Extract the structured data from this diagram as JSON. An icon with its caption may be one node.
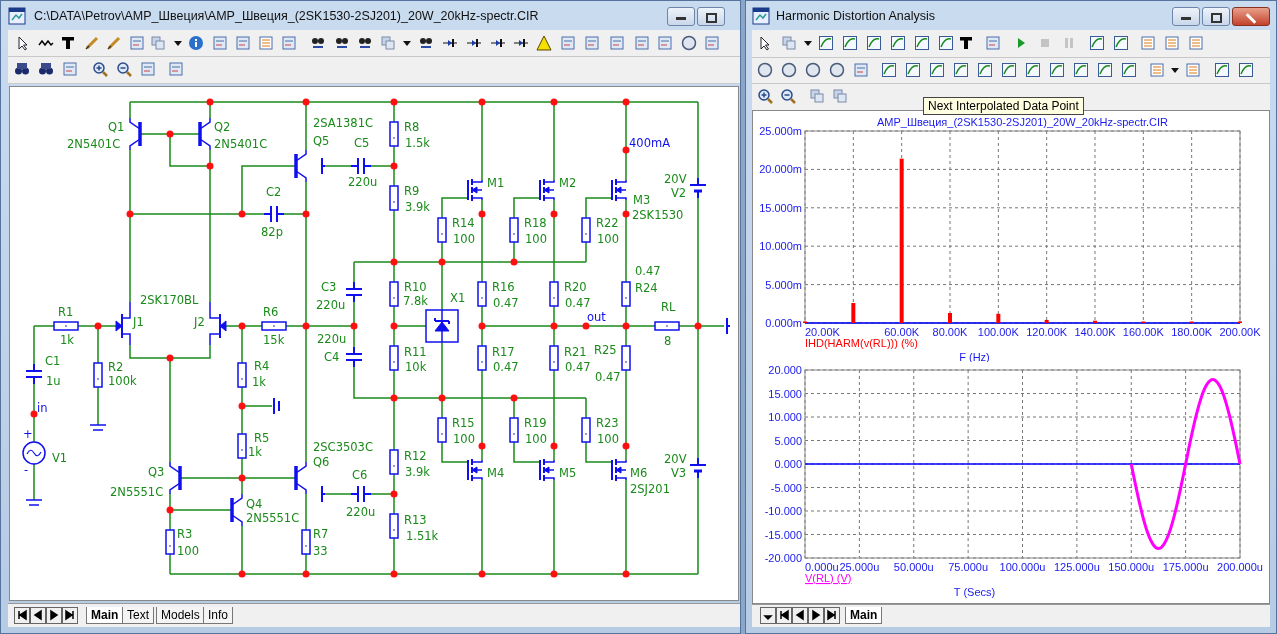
{
  "diagram": {
    "labels": [
      "C:\\DATA\\Petrov\\AMP_Швеция\\AMP_Швеция_(2SK1530-2SJ201)_20W_20kHz-spectr.CIR",
      "Harmonic Distortion Analysis",
      "Next Interpolated Data Point",
      "Q1",
      "Q2",
      "2SA1381C",
      "R8",
      "2N5401C",
      "2N5401C",
      "Q5",
      "C5",
      "1.5k",
      "400mA",
      "220u",
      "M1",
      "M2",
      "20V",
      "C2",
      "R9",
      "M3",
      "V2",
      "3.9k",
      "2SK1530",
      "R14",
      "R18",
      "R22",
      "82p",
      "100",
      "100",
      "100",
      "0.47",
      "C3",
      "R10",
      "R16",
      "R20",
      "R24",
      "2SK170BL",
      "220u",
      "7.8k",
      "X1",
      "0.47",
      "0.47",
      "RL",
      "R1",
      "J1",
      "J2",
      "R6",
      "out",
      "1k",
      "15k",
      "220u",
      "8",
      "C4",
      "R11",
      "R17",
      "R21",
      "R25",
      "C1",
      "R2",
      "R4",
      "10k",
      "0.47",
      "0.47",
      "1u",
      "100k",
      "1k",
      "0.47",
      "in",
      "R15",
      "R19",
      "R23",
      "+",
      "R5",
      "100",
      "100",
      "100",
      "1k",
      "2SC3503C",
      "V1",
      "Q6",
      "R12",
      "20V",
      "-",
      "Q3",
      "C6",
      "3.9k",
      "M4",
      "M5",
      "M6",
      "V3",
      "2N5551C",
      "2SJ201",
      "Q4",
      "220u",
      "2N5551C",
      "R13",
      "R3",
      "R7",
      "1.51k",
      "100",
      "33",
      "Main",
      "Text",
      "Models",
      "Info",
      "Main"
    ],
    "chart_data": [
      {
        "type": "bar",
        "title": "AMP_Швеция_(2SK1530-2SJ201)_20W_20kHz-spectr.CIR",
        "xlabel": "F (Hz)",
        "x": [
          20,
          40,
          60,
          80,
          100,
          120,
          140,
          160,
          180,
          200
        ],
        "series": [
          {
            "name": "IHD(HARM(v(RL))) (%)",
            "color": "#ff0000",
            "values": [
              0.2,
              2.6,
              21.4,
              1.3,
              1.2,
              0.4,
              0.3,
              0.2,
              0.2,
              0.2
            ]
          }
        ],
        "xlim": [
          20,
          200
        ],
        "ylim": [
          0,
          25
        ],
        "grid": true,
        "xticks": [
          {
            "value": 20,
            "label": "20.00K"
          },
          {
            "value": 60,
            "label": "60.00K"
          },
          {
            "value": 80,
            "label": "80.00K"
          },
          {
            "value": 100,
            "label": "100.00K"
          },
          {
            "value": 120,
            "label": "120.00K"
          },
          {
            "value": 140,
            "label": "140.00K"
          },
          {
            "value": 160,
            "label": "160.00K"
          },
          {
            "value": 180,
            "label": "180.00K"
          },
          {
            "value": 200,
            "label": "200.00K"
          }
        ],
        "yticks": [
          {
            "value": 0,
            "label": "0.000m"
          },
          {
            "value": 5,
            "label": "5.000m"
          },
          {
            "value": 10,
            "label": "10.000m"
          },
          {
            "value": 15,
            "label": "15.000m"
          },
          {
            "value": 20,
            "label": "20.000m"
          },
          {
            "value": 25,
            "label": "25.000m"
          }
        ]
      },
      {
        "type": "line",
        "xlabel": "T (Secs)",
        "x": [
          150,
          152.5,
          155,
          157.5,
          160,
          162.5,
          165,
          167.5,
          170,
          172.5,
          175,
          177.5,
          180,
          182.5,
          185,
          187.5,
          190,
          192.5,
          195,
          197.5,
          200
        ],
        "series": [
          {
            "name": "V(RL) (V)",
            "color": "#ff00ff",
            "values": [
              0,
              -5.6,
              -10.6,
              -14.6,
              -17.1,
              -18,
              -17.1,
              -14.6,
              -10.6,
              -5.6,
              0,
              5.6,
              10.6,
              14.6,
              17.1,
              18,
              17.1,
              14.6,
              10.6,
              5.6,
              0
            ]
          }
        ],
        "xlim": [
          0,
          200
        ],
        "ylim": [
          -20,
          20
        ],
        "grid": true,
        "ref_lines": [
          {
            "axis": "y",
            "value": 0,
            "color": "#0000ff"
          }
        ],
        "xticks": [
          {
            "value": 0,
            "label": "0.000u"
          },
          {
            "value": 25,
            "label": "25.000u"
          },
          {
            "value": 50,
            "label": "50.000u"
          },
          {
            "value": 75,
            "label": "75.000u"
          },
          {
            "value": 100,
            "label": "100.000u"
          },
          {
            "value": 125,
            "label": "125.000u"
          },
          {
            "value": 150,
            "label": "150.000u"
          },
          {
            "value": 175,
            "label": "175.000u"
          },
          {
            "value": 200,
            "label": "200.000u"
          }
        ],
        "yticks": [
          {
            "value": 20,
            "label": "20.000"
          },
          {
            "value": 15,
            "label": "15.000"
          },
          {
            "value": 10,
            "label": "10.000"
          },
          {
            "value": 5,
            "label": "5.000"
          },
          {
            "value": 0,
            "label": "0.000"
          },
          {
            "value": -5,
            "label": "-5.000"
          },
          {
            "value": -10,
            "label": "-10.000"
          },
          {
            "value": -15,
            "label": "-15.000"
          },
          {
            "value": -20,
            "label": "-20.000"
          }
        ]
      }
    ]
  }
}
